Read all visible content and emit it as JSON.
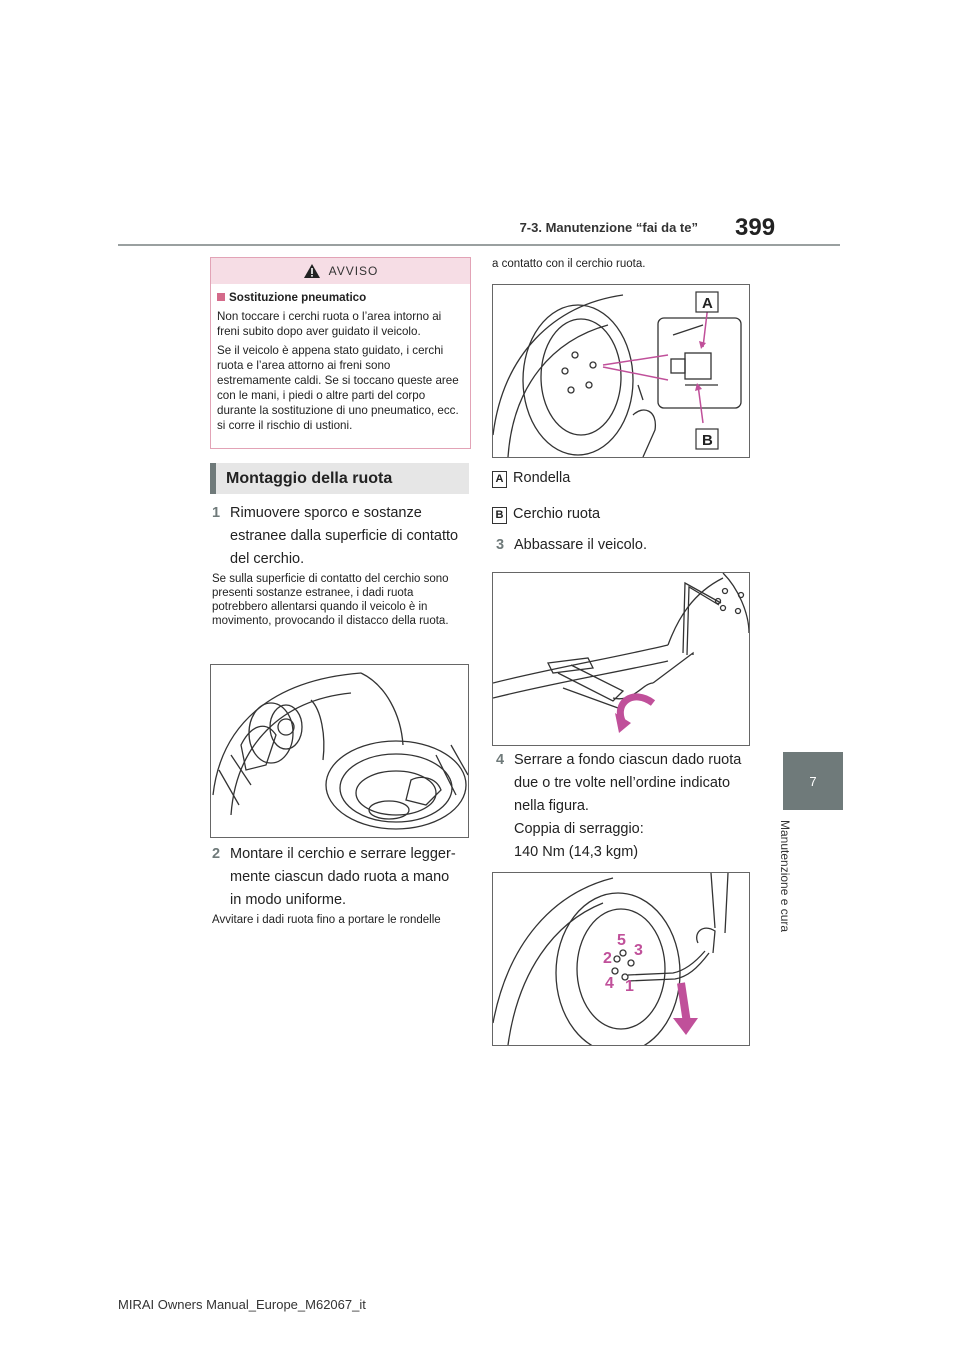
{
  "header": {
    "page_number": "399",
    "section": "7-3. Manutenzione “fai da te”"
  },
  "side_tab": {
    "number": "7",
    "label": "Manutenzione e cura"
  },
  "warning": {
    "title": "AVVISO",
    "subtitle": "Sostituzione pneumatico",
    "para1": "Non toccare i cerchi ruota o l’area intorno ai freni subito dopo aver guidato il veicolo.",
    "para2": "Se il veicolo è appena stato guidato, i cerchi ruota e l’area attorno ai freni sono estremamente caldi. Se si toccano queste aree con le mani, i piedi o altre parti del corpo durante la sostituzione di uno pneumatico, ecc. si corre il rischio di ustioni."
  },
  "section_title": "Montaggio della ruota",
  "steps": [
    {
      "num": "1",
      "text_l1": "Rimuovere sporco e sostanze",
      "text_l2": "estranee dalla superficie di contatto",
      "text_l3": "del cerchio."
    },
    {
      "num": "2",
      "text_l1": "Montare il cerchio e serrare legger-",
      "text_l2": "mente ciascun dado ruota a mano",
      "text_l3": "in modo uniforme."
    },
    {
      "num": "3",
      "text_l1": "Abbassare il veicolo."
    },
    {
      "num": "4",
      "text_l1": "Serrare a fondo ciascun dado ruota",
      "text_l2": "due o tre volte nell’ordine indicato",
      "text_l3": "nella figura.",
      "text_l4": "Coppia di serraggio:",
      "text_l5": "140 Nm (14,3 kgm)"
    }
  ],
  "notes": {
    "step1": "Se sulla superficie di contatto del cerchio sono presenti sostanze estranee, i dadi ruota potrebbero allentarsi quando il veicolo è in movimento, provocando il distacco della ruota.",
    "step2_a": "Avvitare i dadi ruota fino a portare le rondelle",
    "step2_b": "a contatto con il cerchio ruota."
  },
  "legend": [
    {
      "key": "A",
      "text": "Rondella"
    },
    {
      "key": "B",
      "text": "Cerchio ruota"
    }
  ],
  "figure_labels": {
    "a": "A",
    "b": "B",
    "order": [
      "1",
      "2",
      "3",
      "4",
      "5"
    ]
  },
  "footer": "MIRAI Owners Manual_Europe_M62067_it",
  "colors": {
    "accent_gray": "#6f7a7a",
    "warning_pink": "#d46a8a",
    "figure_magenta": "#c0509a"
  }
}
